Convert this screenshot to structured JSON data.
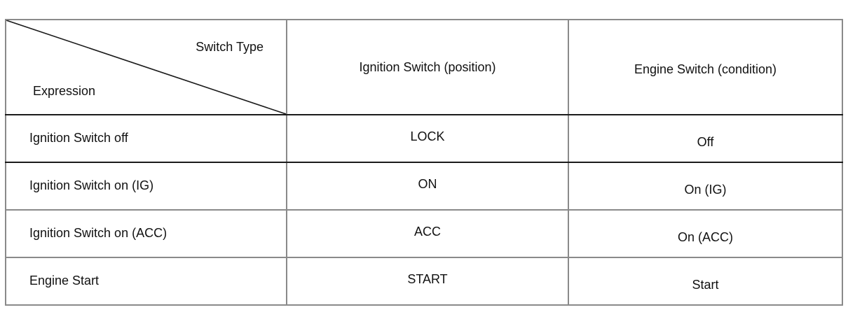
{
  "table": {
    "corner": {
      "top_label": "Switch Type",
      "bottom_label": "Expression",
      "diagonal": "diagonal-divider"
    },
    "columns": [
      {
        "key": "expression",
        "label": "Expression"
      },
      {
        "key": "ignition_switch",
        "label": "Ignition Switch (position)"
      },
      {
        "key": "engine_switch",
        "label": "Engine Switch (condition)"
      }
    ],
    "rows": [
      {
        "expression": "Ignition Switch off",
        "ignition_switch": "LOCK",
        "engine_switch": "Off"
      },
      {
        "expression": "Ignition Switch on (IG)",
        "ignition_switch": "ON",
        "engine_switch": "On (IG)"
      },
      {
        "expression": "Ignition Switch on (ACC)",
        "ignition_switch": "ACC",
        "engine_switch": "On (ACC)"
      },
      {
        "expression": "Engine Start",
        "ignition_switch": "START",
        "engine_switch": "Start"
      }
    ],
    "colors": {
      "text": "#111111",
      "border_light": "#8a8a8a",
      "border_dark": "#1b1b1b",
      "background": "#ffffff"
    }
  }
}
